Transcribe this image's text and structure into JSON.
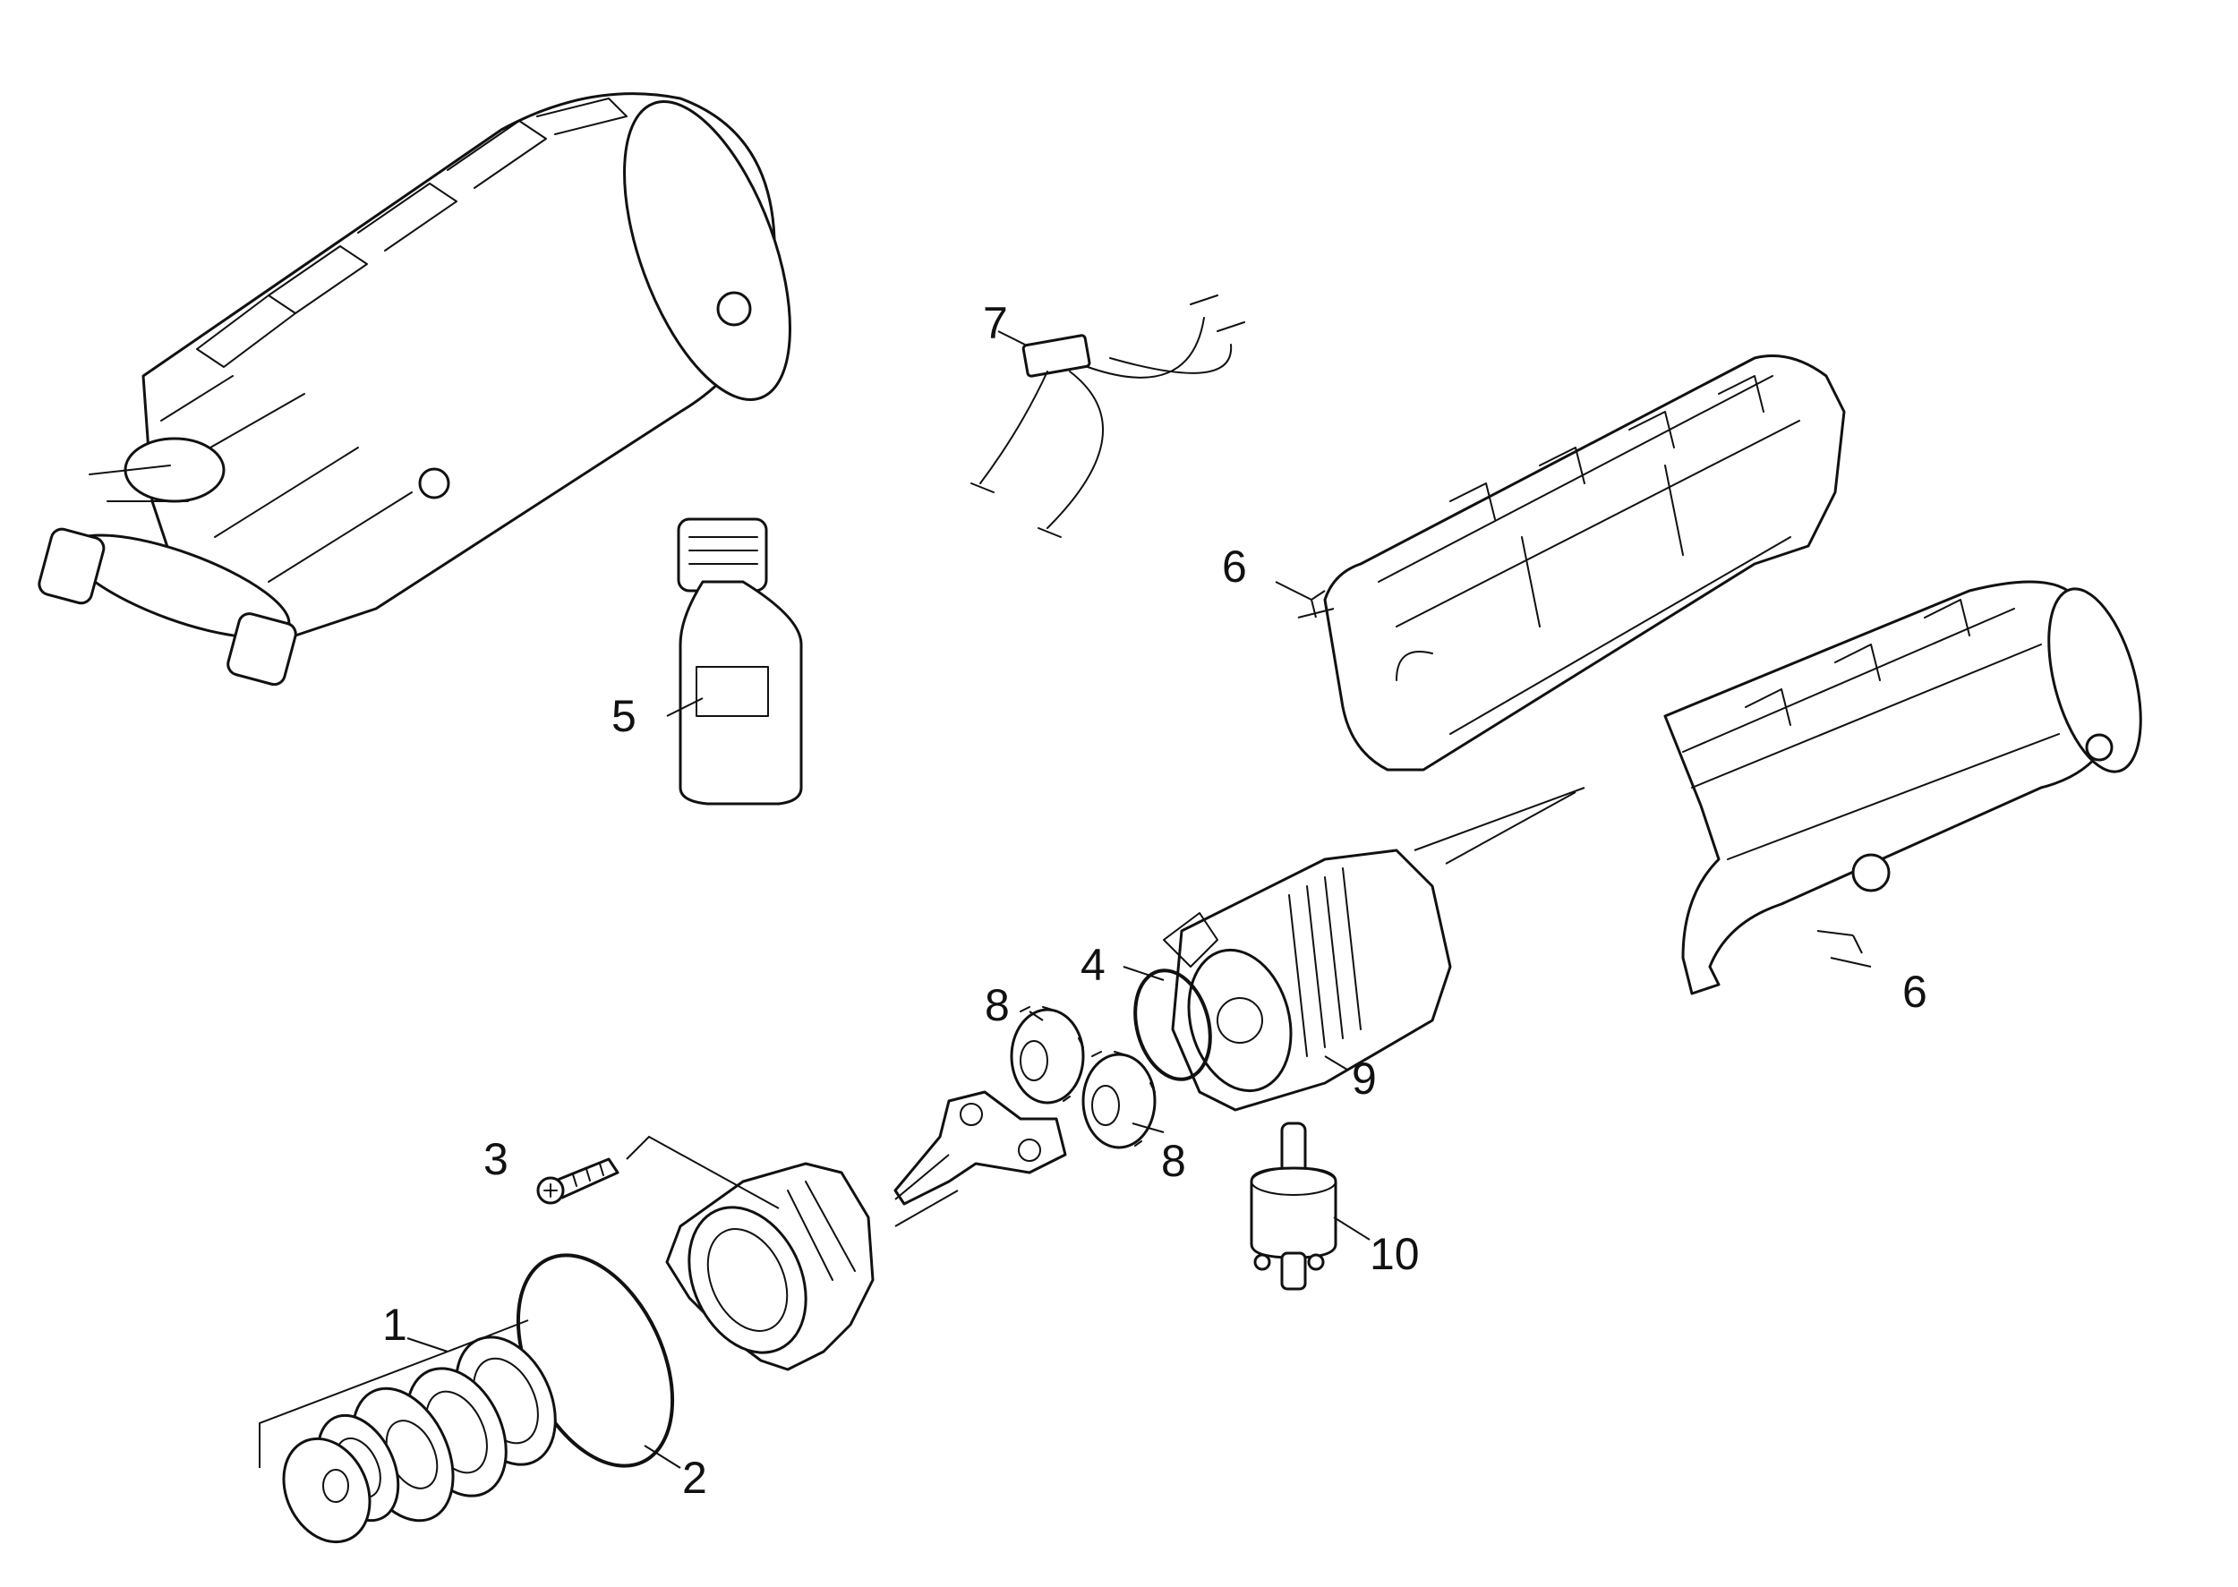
{
  "callouts": {
    "c1": "1",
    "c2": "2",
    "c3": "3",
    "c4": "4",
    "c5": "5",
    "c6a": "6",
    "c6b": "6",
    "c7": "7",
    "c8a": "8",
    "c8b": "8",
    "c9": "9",
    "c10": "10"
  },
  "colors": {
    "line": "#111111",
    "background": "#ffffff"
  }
}
